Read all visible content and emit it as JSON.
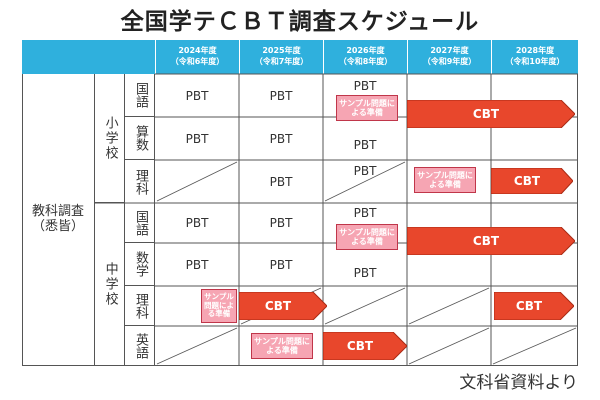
{
  "title": "全国学テＣＢＴ調査スケジュール",
  "source": "文科省資料より",
  "header": {
    "years": [
      {
        "year": "2024年度",
        "era": "（令和6年度）"
      },
      {
        "year": "2025年度",
        "era": "（令和7年度）"
      },
      {
        "year": "2026年度",
        "era": "（令和8年度）"
      },
      {
        "year": "2027年度",
        "era": "（令和9年度）"
      },
      {
        "year": "2028年度",
        "era": "（令和10年度）"
      }
    ]
  },
  "category": {
    "line1": "教科調査",
    "line2": "（悉皆）"
  },
  "schools": {
    "elementary": "小学校",
    "junior": "中学校"
  },
  "subjects": {
    "es_kokugo": "国語",
    "es_sansu": "算数",
    "es_rika": "理科",
    "js_kokugo": "国語",
    "js_sugaku": "数学",
    "js_rika": "理科",
    "js_eigo": "英語"
  },
  "labels": {
    "pbt": "PBT",
    "cbt": "CBT",
    "prep": "サンプル問題による準備",
    "prep_narrow": "サンプル問題による準備"
  },
  "colors": {
    "header": "#2fb0dd",
    "cbt": "#e8472c",
    "prep": "#f6a5b3",
    "grid": "#555555"
  }
}
